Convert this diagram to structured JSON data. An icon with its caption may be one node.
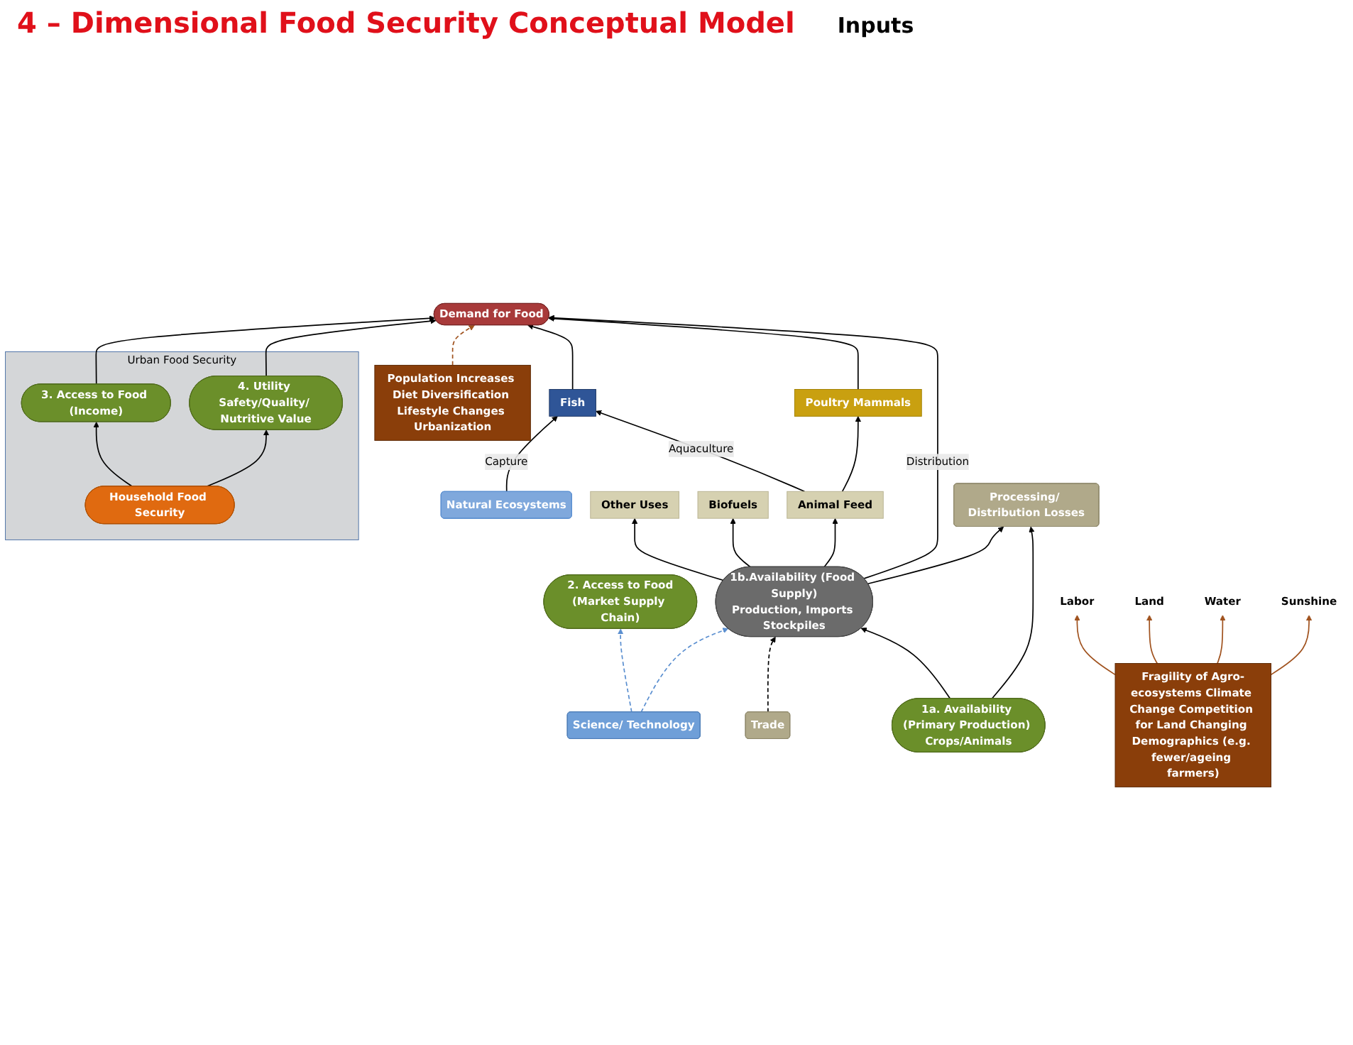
{
  "diagram": {
    "title": "4 – Dimensional Food Security Conceptual Model",
    "nodes": [
      {
        "text": [
          "Fish"
        ]
      },
      {
        "text": [
          "Natural Ecosystems"
        ]
      },
      {
        "text": [
          "Animal Feed"
        ]
      },
      {
        "text": [
          "Biofuels"
        ]
      },
      {
        "text": [
          "Other Uses"
        ]
      },
      {
        "text": [
          "Poultry Mammals"
        ]
      },
      {
        "text": [
          "2. Access to Food",
          "(Market Supply Chain)"
        ]
      },
      {
        "text": [
          "1b.Availability (Food Supply)",
          "Production, Imports Stockpiles"
        ]
      },
      {
        "text": [
          "Demand for Food"
        ]
      },
      {
        "text": [
          "Urban Food Security"
        ]
      },
      {
        "text": [
          "3. Access to Food (Income)"
        ],
        "in": 9
      },
      {
        "text": [
          "Household Food Security"
        ],
        "in": 9
      },
      {
        "text": [
          "4. Utility Safety/Quality/ Nutritive Value"
        ],
        "in": 9
      },
      {
        "text": [
          "Trade"
        ]
      },
      {
        "text": [
          "Processing/ Distribution Losses"
        ]
      },
      {
        "text": [
          "Science/ Technology"
        ]
      },
      {
        "text": [
          "1a. Availability (Primary Production) Crops/Animals"
        ]
      },
      {
        "text": [
          "Fragility of Agro-ecosystems Climate Change Competition for Land Changing Demographics (e.g. fewer/ageing farmers)"
        ]
      },
      {
        "text": [
          "Population Increases Diet Diversification Lifestyle Changes Urbanization"
        ]
      },
      {
        "text": [
          "Labor"
        ]
      },
      {
        "text": [
          "Land"
        ]
      },
      {
        "text": [
          "Water"
        ]
      },
      {
        "text": [
          "Sunshine"
        ]
      }
    ],
    "edges": [
      {
        "from": 1,
        "to": 0,
        "arrow": "to",
        "label": "Capture"
      },
      {
        "from": 2,
        "to": 0,
        "arrow": "to",
        "label": "Aquaculture"
      },
      {
        "from": 2,
        "to": 5,
        "arrow": "to"
      },
      {
        "from": 7,
        "to": 4,
        "arrow": "to"
      },
      {
        "from": 7,
        "to": 3,
        "arrow": "to"
      },
      {
        "from": 7,
        "to": 2,
        "arrow": "to"
      },
      {
        "from": 5,
        "to": 8,
        "arrow": "to"
      },
      {
        "from": 0,
        "to": 8,
        "arrow": "to"
      },
      {
        "from": 7,
        "to": 8,
        "arrow": "to",
        "label": "Distribution"
      },
      {
        "from": 7,
        "to": 14,
        "arrow": "to"
      },
      {
        "from": 15,
        "to": 6,
        "arrow": "to",
        "style": "dashed",
        "color": "#5b8fd0"
      },
      {
        "from": 15,
        "to": 7,
        "arrow": "to",
        "style": "dashed",
        "color": "#5b8fd0"
      },
      {
        "from": 16,
        "to": 7,
        "arrow": "to"
      },
      {
        "from": 16,
        "to": 14,
        "arrow": "to"
      },
      {
        "from": 13,
        "to": 7,
        "arrow": "to",
        "style": "dashed"
      },
      {
        "from": 10,
        "to": 8,
        "arrow": "to"
      },
      {
        "from": 11,
        "to": 10,
        "arrow": "to"
      },
      {
        "from": 11,
        "to": 12,
        "arrow": "to"
      },
      {
        "from": 12,
        "to": 8,
        "arrow": "to"
      },
      {
        "from": 18,
        "to": 8,
        "arrow": "to",
        "style": "dashed",
        "color": "#a0521e"
      },
      {
        "from": 17,
        "to": 19,
        "arrow": "to",
        "color": "#a0521e"
      },
      {
        "from": 17,
        "to": 20,
        "arrow": "to",
        "color": "#a0521e"
      },
      {
        "from": 17,
        "to": 21,
        "arrow": "to",
        "color": "#a0521e"
      },
      {
        "from": 17,
        "to": 22,
        "arrow": "to",
        "color": "#a0521e"
      }
    ],
    "labels": [
      "Inputs"
    ]
  }
}
